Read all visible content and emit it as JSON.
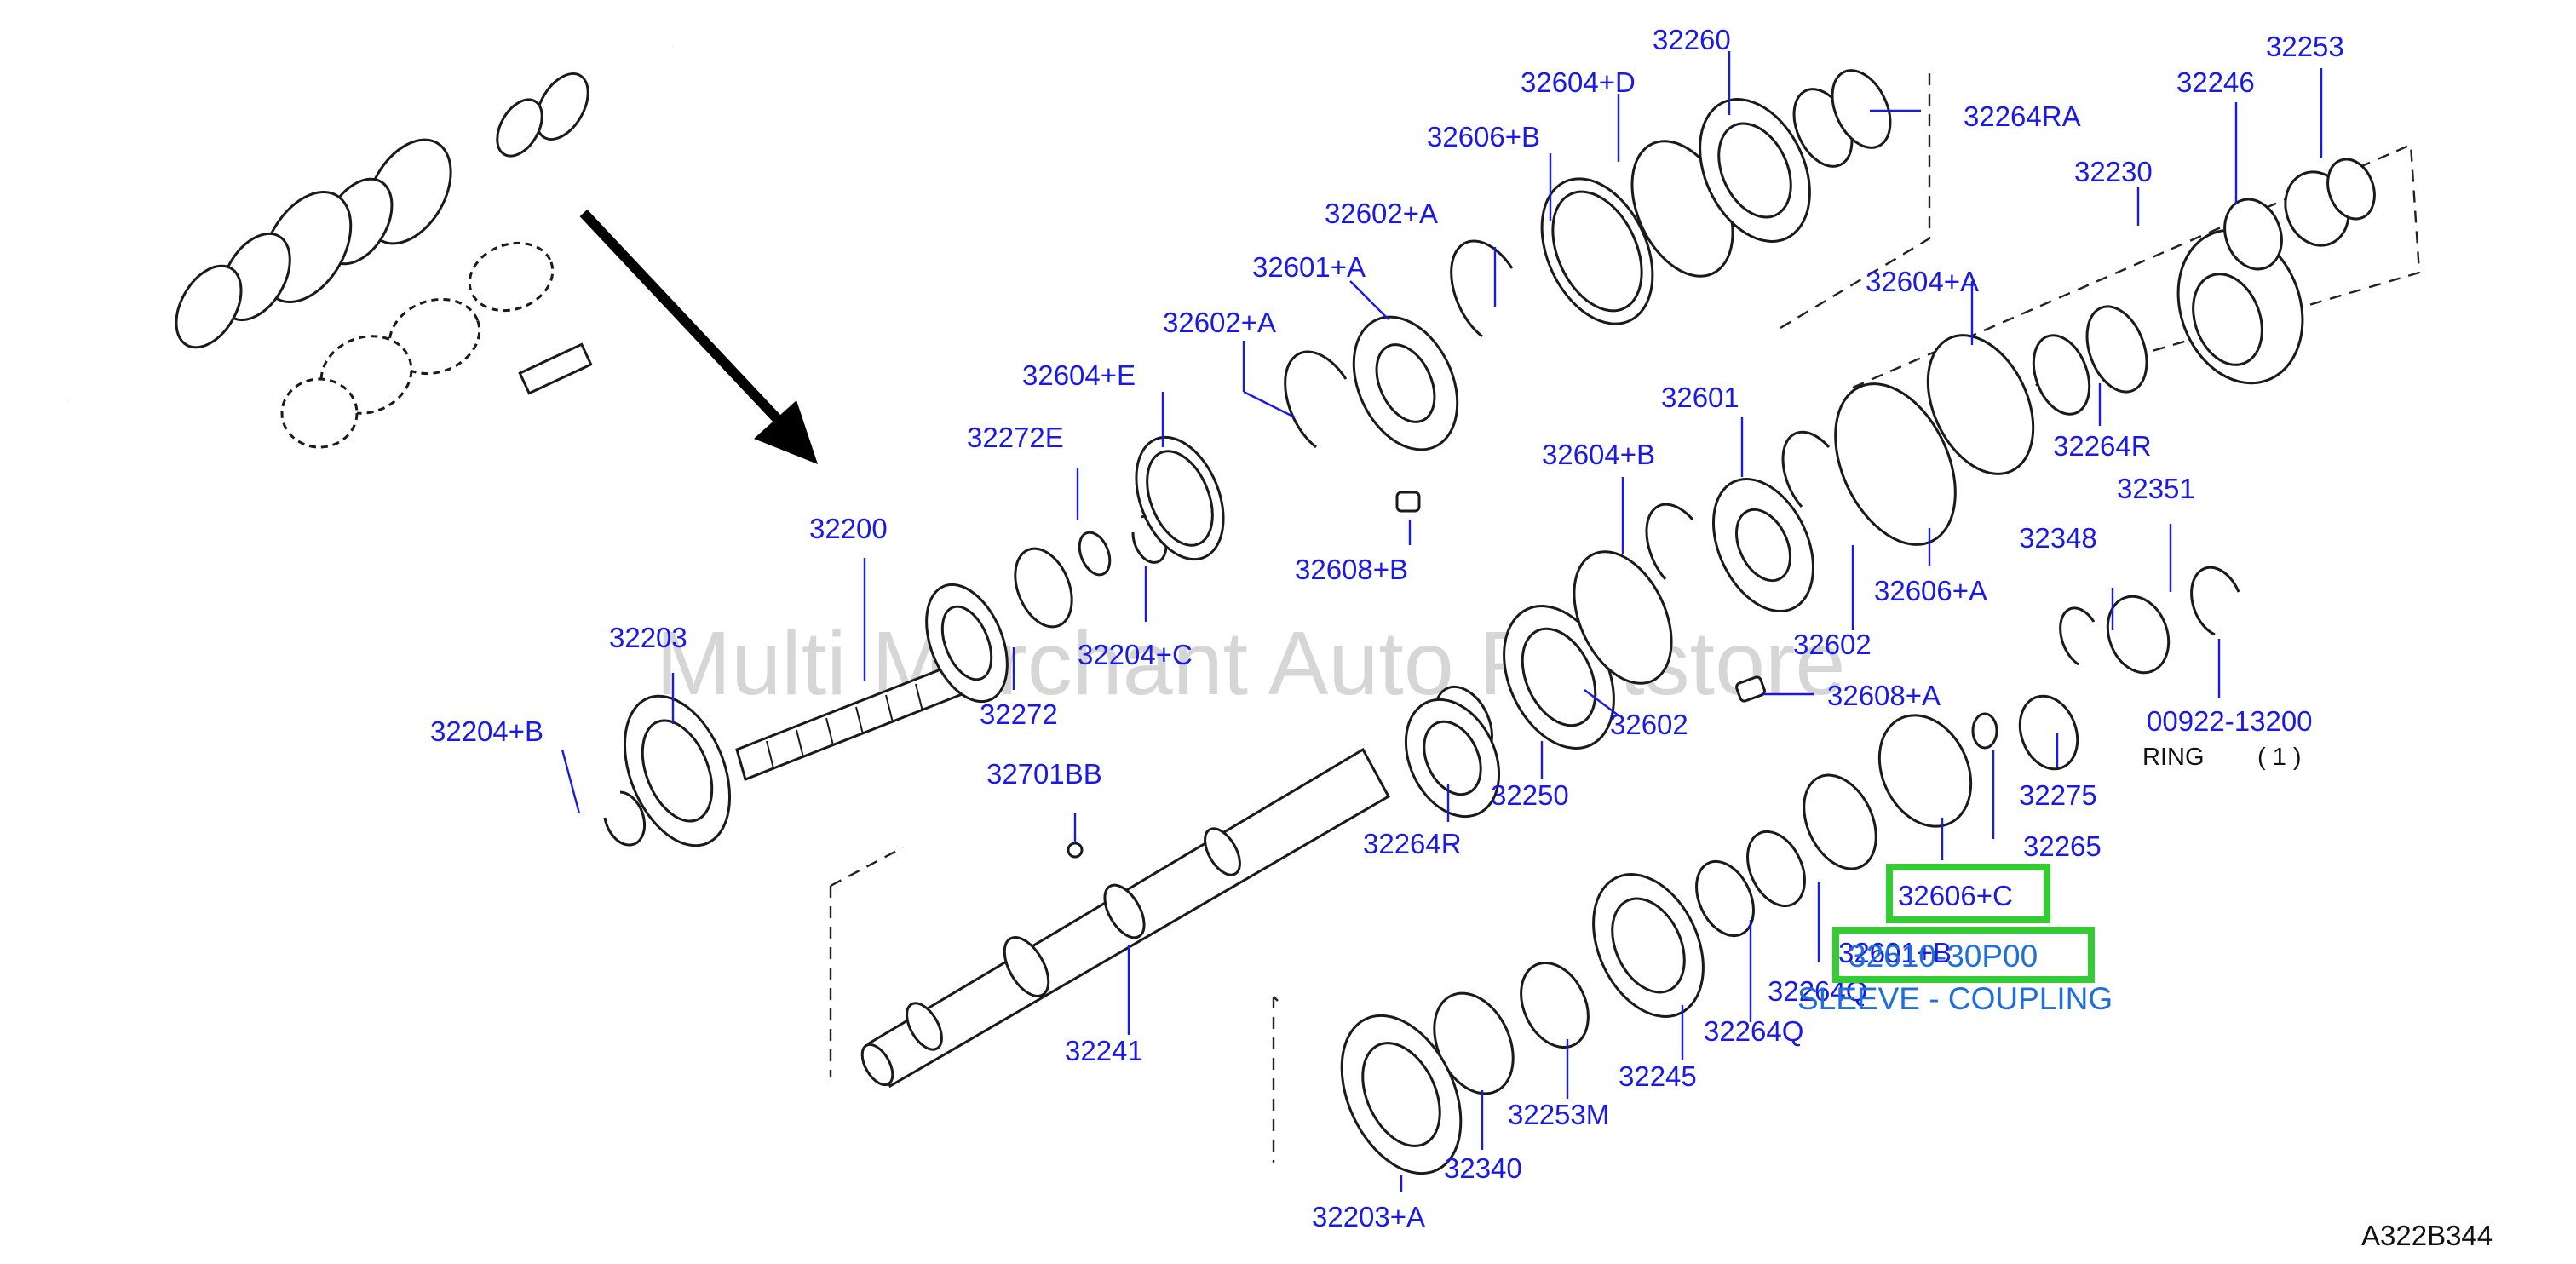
{
  "diagram": {
    "reference_code": "A322B344",
    "watermark": "Multi Merchant Auto Partstore",
    "part_labels": [
      "32260",
      "32604+D",
      "32264RA",
      "32253",
      "32246",
      "32606+B",
      "32602+A",
      "32230",
      "32601+A",
      "32602+A",
      "32604+A",
      "32604+E",
      "32272E",
      "32601",
      "32604+B",
      "32264R",
      "32200",
      "32351",
      "32608+B",
      "32348",
      "32204+C",
      "32606+A",
      "32203",
      "32602",
      "32272",
      "32608+A",
      "32602",
      "32204+B",
      "00922-13200",
      "32275",
      "32250",
      "32701BB",
      "32265",
      "32264R",
      "32606+C",
      "32601+B",
      "32264Q",
      "32241",
      "32264Q",
      "32245",
      "32253M",
      "32340",
      "32203+A"
    ],
    "plain_labels": [
      "RING",
      "( 1 )"
    ],
    "highlight": {
      "part_number": "32610-30P00",
      "description": "SLEEVE - COUPLING"
    }
  }
}
